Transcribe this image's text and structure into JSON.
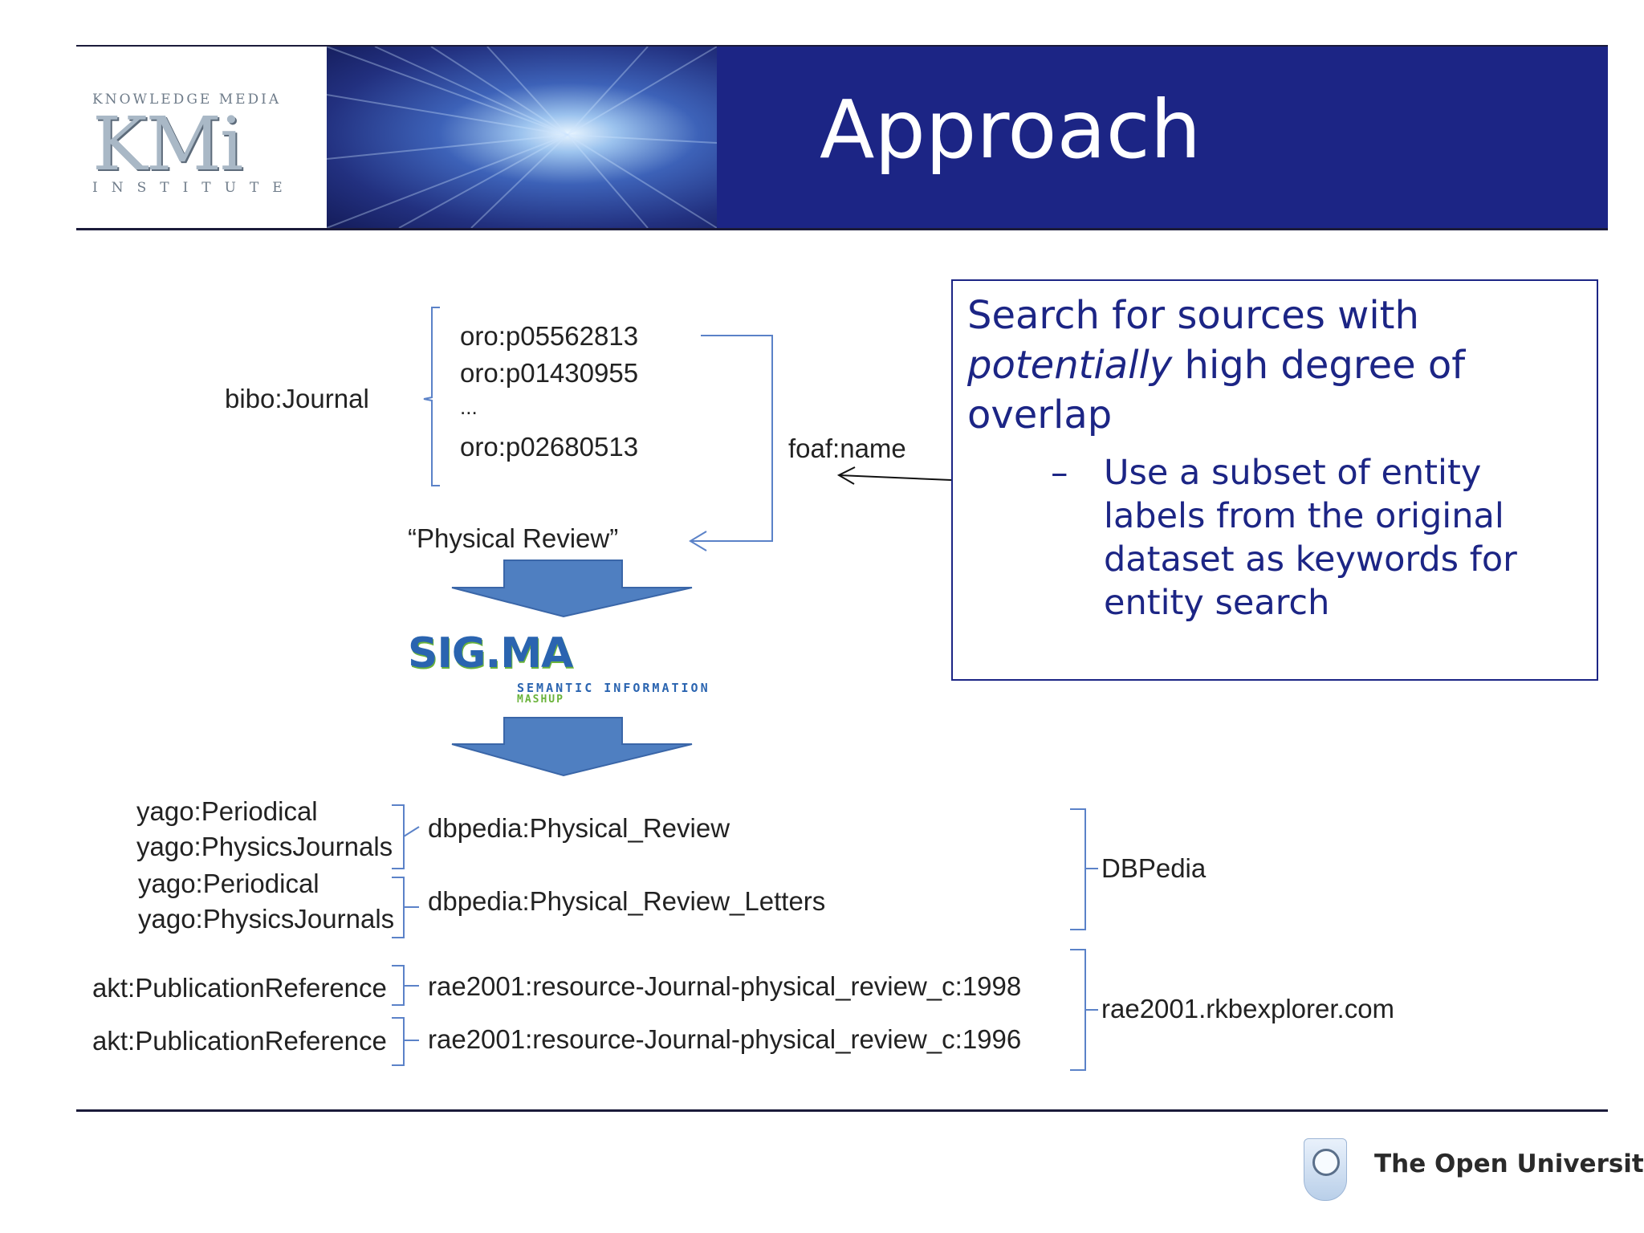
{
  "header": {
    "title": "Approach",
    "logo": {
      "top_text": "KNOWLEDGE MEDIA",
      "main_text": "KMi",
      "bottom_text": "INSTITUTE"
    }
  },
  "diagram": {
    "journal_class": "bibo:Journal",
    "journal_ids": [
      "oro:p05562813",
      "oro:p01430955",
      "...",
      "oro:p02680513"
    ],
    "property_label": "foaf:name",
    "literal_value": "“Physical Review”",
    "service_logo": {
      "name": "SIG.MA",
      "tagline_1": "SEMANTIC INFORMATION",
      "tagline_2": "MASHUP"
    },
    "results": [
      {
        "types": [
          "yago:Periodical",
          "yago:PhysicsJournals"
        ],
        "resource": "dbpedia:Physical_Review"
      },
      {
        "types": [
          "yago:Periodical",
          "yago:PhysicsJournals"
        ],
        "resource": "dbpedia:Physical_Review_Letters"
      },
      {
        "types": [
          "akt:PublicationReference"
        ],
        "resource": "rae2001:resource-Journal-physical_review_c:1998"
      },
      {
        "types": [
          "akt:PublicationReference"
        ],
        "resource": "rae2001:resource-Journal-physical_review_c:1996"
      }
    ],
    "sources": [
      "DBPedia",
      "rae2001.rkbexplorer.com"
    ]
  },
  "note": {
    "line_a": "Search for sources with",
    "line_b_italic": "potentially",
    "line_b_rest": " high degree of",
    "line_c": "overlap",
    "bullet_dash": "–",
    "bullet_text": "Use a subset of entity labels from the original dataset as keywords for entity search"
  },
  "footer": {
    "org_name": "The Open University"
  },
  "colors": {
    "title_bar": "#1c2585",
    "arrow_fill": "#4f7fc1",
    "bracket_blue": "#5b82c8",
    "sigma_blue": "#2a64b0",
    "sigma_green": "#6ab33a"
  }
}
